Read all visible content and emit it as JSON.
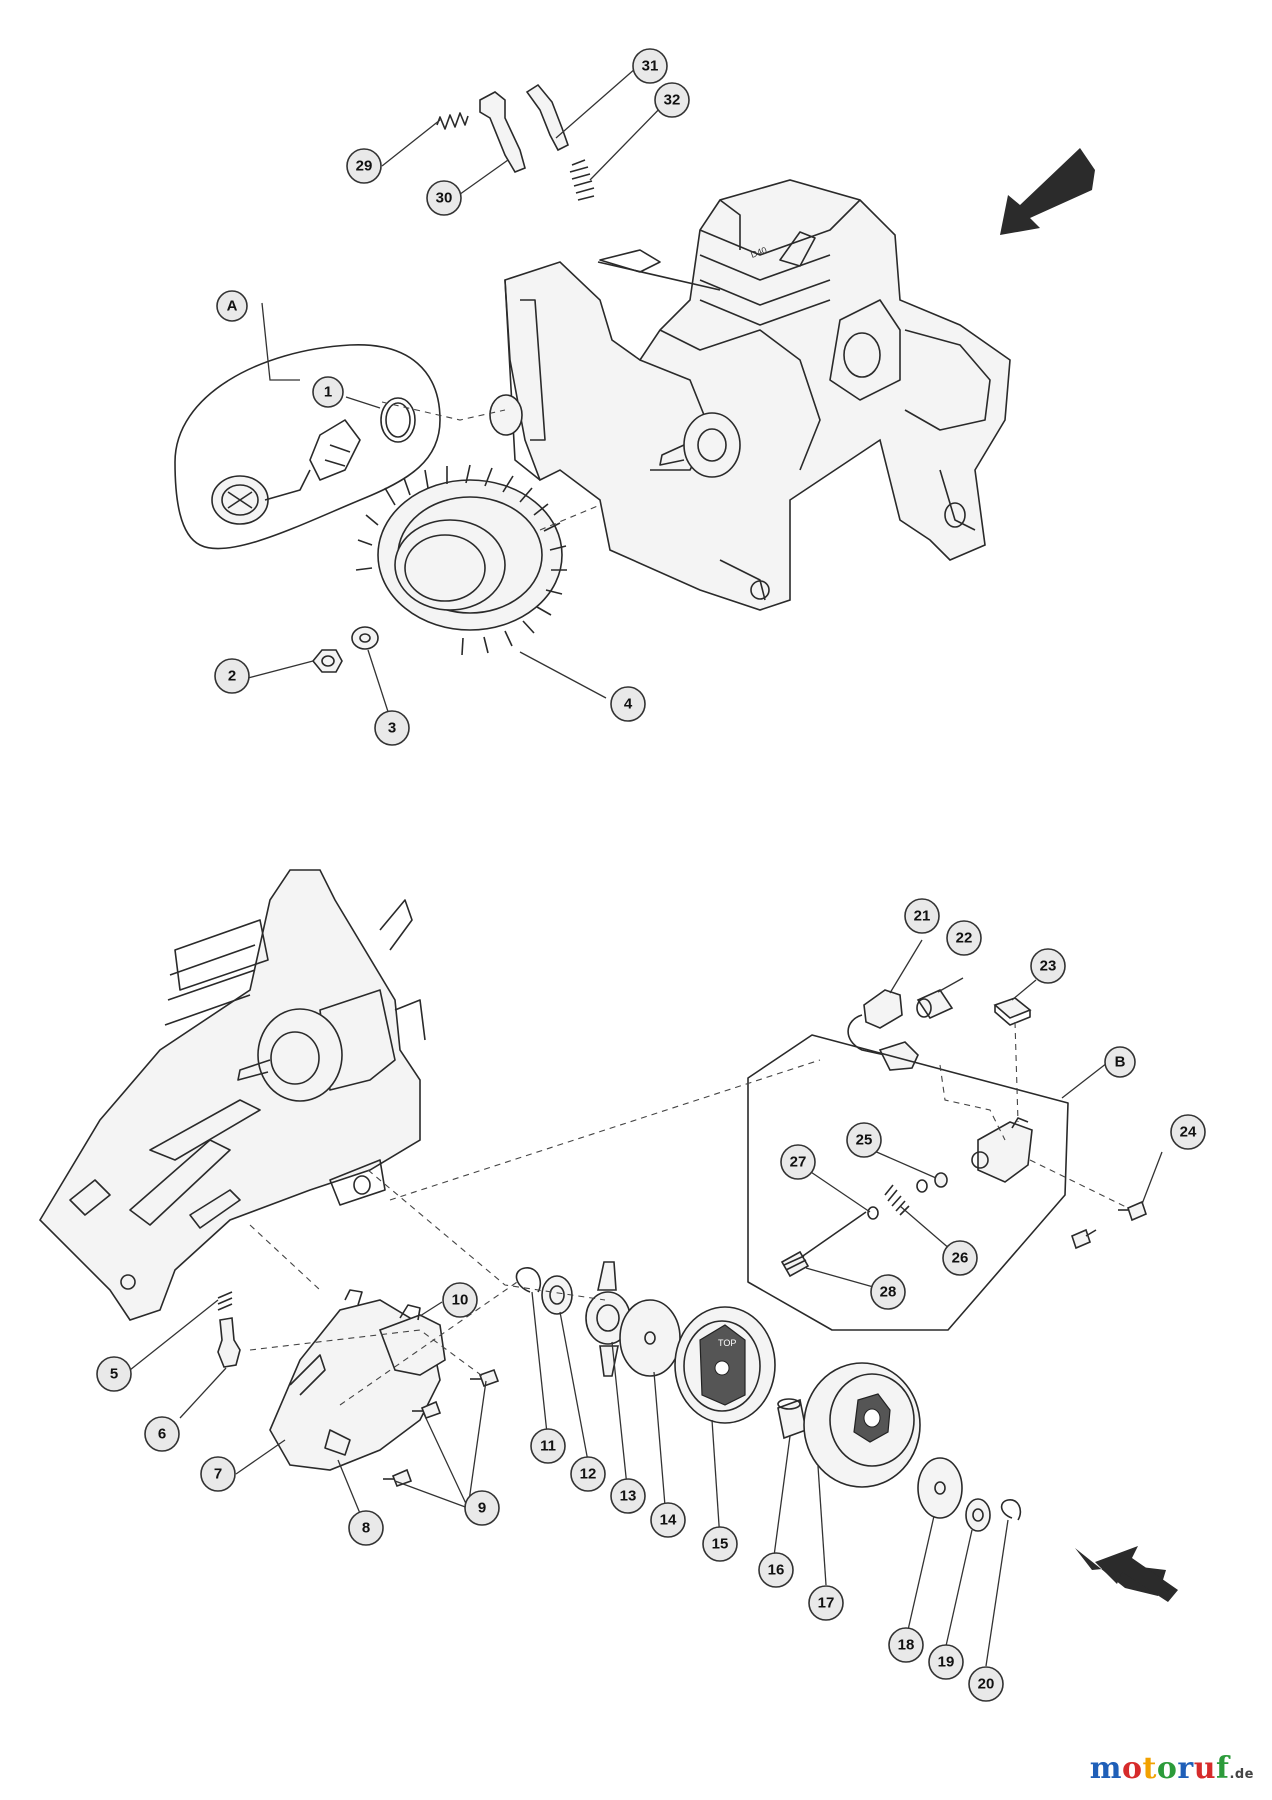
{
  "callouts": {
    "c1": "1",
    "c2": "2",
    "c3": "3",
    "c4": "4",
    "c5": "5",
    "c6": "6",
    "c7": "7",
    "c8": "8",
    "c9": "9",
    "c10": "10",
    "c11": "11",
    "c12": "12",
    "c13": "13",
    "c14": "14",
    "c15": "15",
    "c16": "16",
    "c17": "17",
    "c18": "18",
    "c19": "19",
    "c20": "20",
    "c21": "21",
    "c22": "22",
    "c23": "23",
    "c24": "24",
    "c25": "25",
    "c26": "26",
    "c27": "27",
    "c28": "28",
    "c29": "29",
    "c30": "30",
    "c31": "31",
    "c32": "32",
    "cA": "A",
    "cB": "B"
  },
  "engine_label": "D40",
  "clutch_label": "TOP",
  "watermark": {
    "letters": [
      "m",
      "o",
      "t",
      "o",
      "r",
      "u",
      "f"
    ],
    "colors": [
      "#1f5fb8",
      "#d62b2b",
      "#f2a100",
      "#2c9b3a",
      "#1f5fb8",
      "#d62b2b",
      "#2c9b3a"
    ],
    "tld": ".de"
  },
  "icons": [
    "direction-arrow-icon"
  ]
}
